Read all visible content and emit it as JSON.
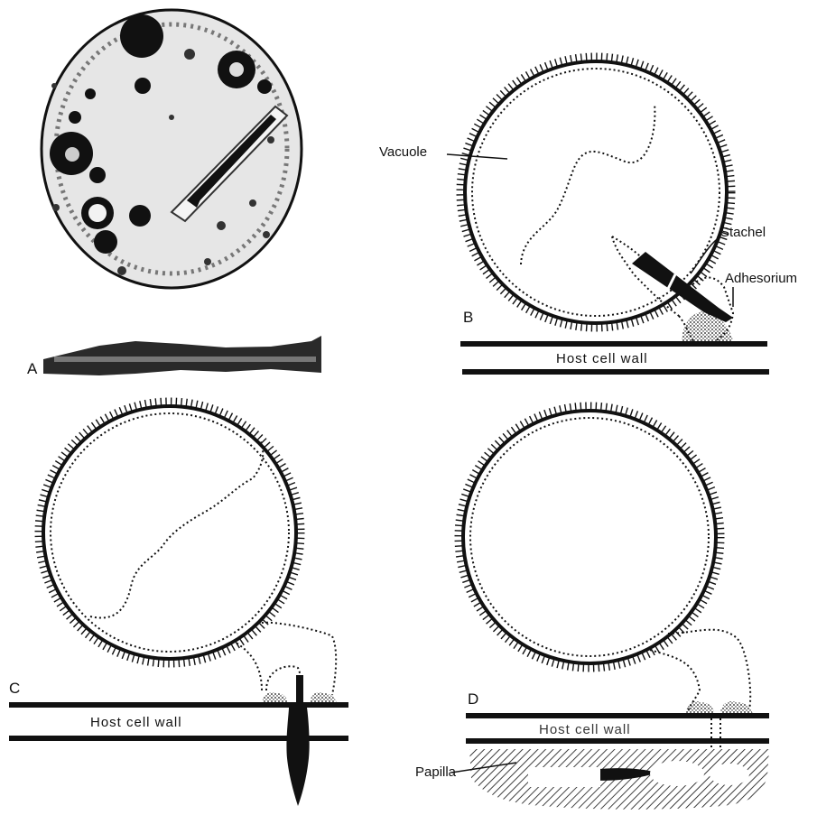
{
  "panels": {
    "a": {
      "letter": "A"
    },
    "b": {
      "letter": "B",
      "labels": {
        "vacuole": "Vacuole",
        "stachel": "Stachel",
        "adhesorium": "Adhesorium",
        "host_cell_wall": "Host cell wall"
      }
    },
    "c": {
      "letter": "C",
      "labels": {
        "host_cell_wall": "Host cell wall"
      }
    },
    "d": {
      "letter": "D",
      "labels": {
        "host_cell_wall": "Host cell wall",
        "papilla": "Papilla"
      }
    }
  },
  "colors": {
    "ink": "#111111",
    "paper": "#ffffff"
  }
}
